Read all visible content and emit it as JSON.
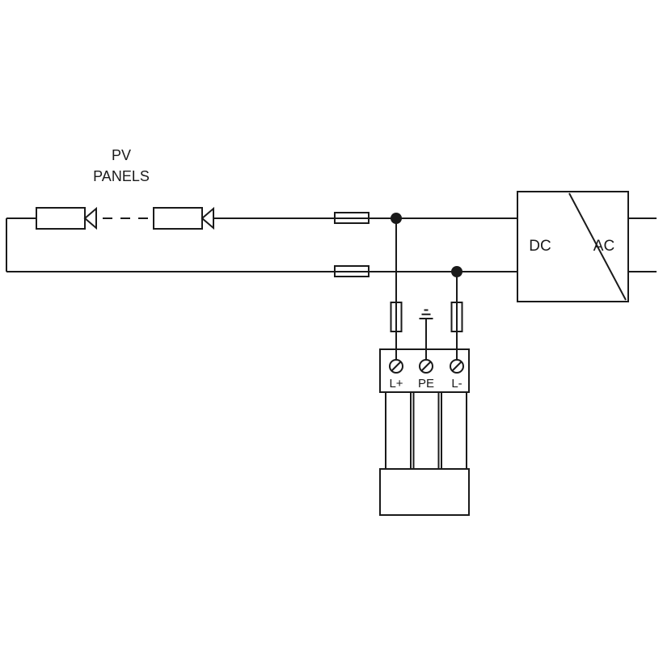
{
  "diagram": {
    "source_label": {
      "line1": "PV",
      "line2": "PANELS"
    },
    "inverter": {
      "dc": "DC",
      "ac": "AC"
    },
    "spd": {
      "terminals": [
        "L+",
        "PE",
        "L-"
      ]
    },
    "symbols": [
      "pv-panel-symbol",
      "fuse-symbol",
      "junction-dot",
      "earth-ground-symbol",
      "screw-terminal-icon",
      "inverter-dc-ac-symbol"
    ],
    "colors": {
      "line": "#1a1a1a",
      "background": "#ffffff"
    }
  }
}
